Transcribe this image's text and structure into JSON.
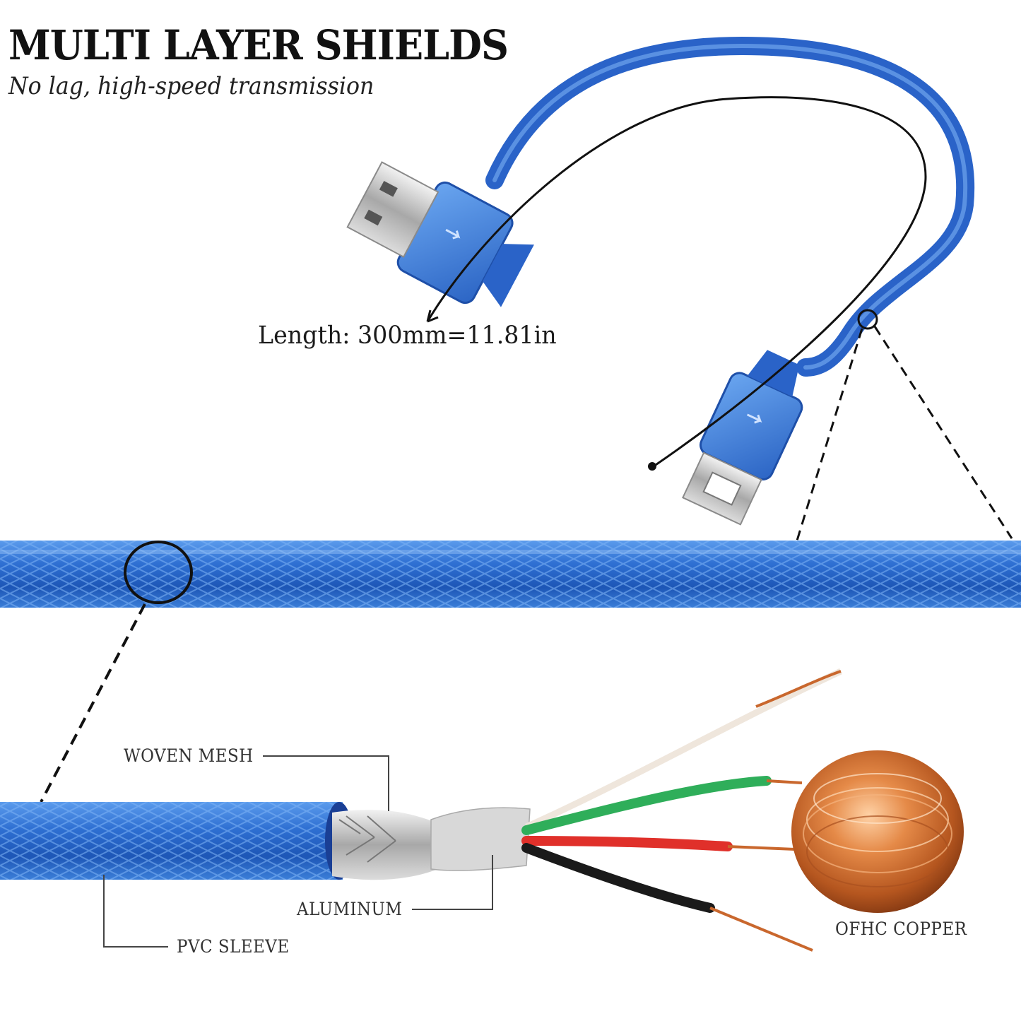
{
  "headline": "MULTI LAYER SHIELDS",
  "subheadline": "No lag, high-speed transmission",
  "length_label": "Length: 300mm=11.81in",
  "layers": {
    "woven_mesh": "WOVEN MESH",
    "aluminum": "ALUMINUM",
    "pvc_sleeve": "PVC SLEEVE",
    "copper": "OFHC COPPER"
  },
  "colors": {
    "cable_blue": "#2f6fd0",
    "background": "#ffffff",
    "copper": "#c9672d",
    "wire_green": "#2fae5a",
    "wire_red": "#e0302a",
    "wire_black": "#1a1a1a",
    "wire_white": "#efe6dc"
  }
}
